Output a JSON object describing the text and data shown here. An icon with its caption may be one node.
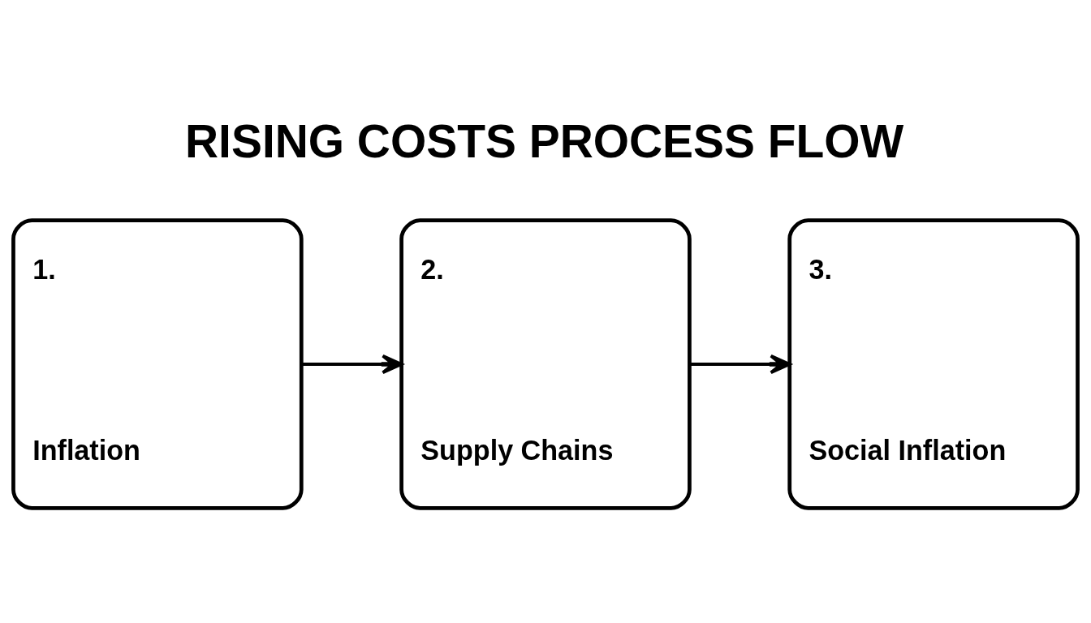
{
  "diagram": {
    "title": "RISING COSTS PROCESS FLOW",
    "nodes": [
      {
        "text": [
          "1.",
          "Inflation"
        ]
      },
      {
        "text": [
          "2.",
          "Supply Chains"
        ]
      },
      {
        "text": [
          "3.",
          "Social Inflation"
        ]
      }
    ],
    "edges": [
      {
        "from": 0,
        "to": 1,
        "arrow": "to"
      },
      {
        "from": 1,
        "to": 2,
        "arrow": "to"
      }
    ]
  }
}
